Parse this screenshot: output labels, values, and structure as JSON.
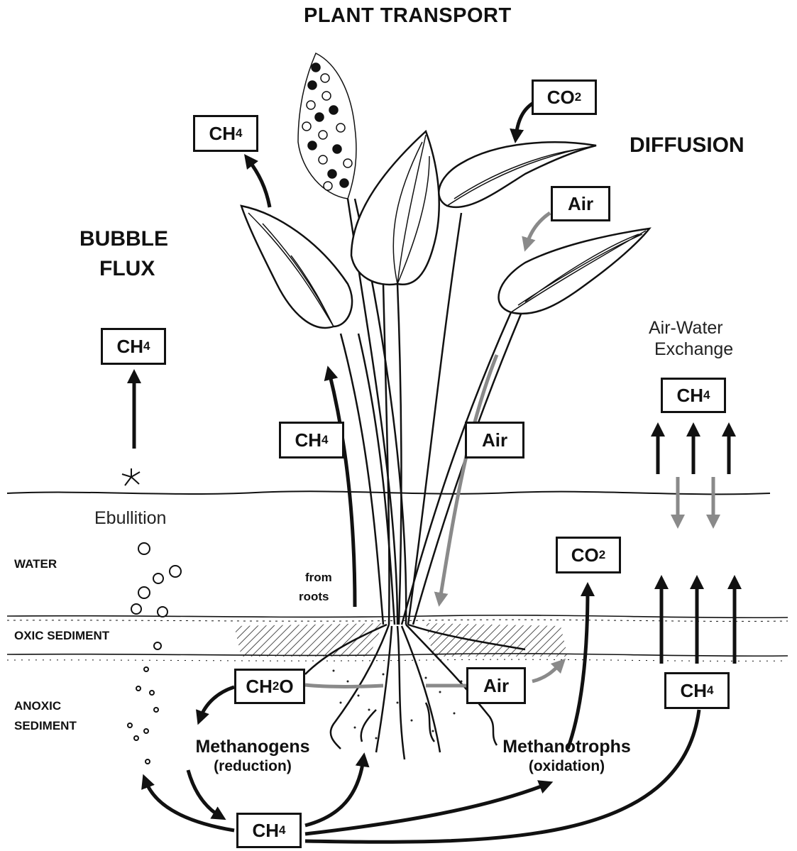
{
  "headings": {
    "plant_transport": "PLANT TRANSPORT",
    "diffusion": "DIFFUSION",
    "bubble_flux_line1": "BUBBLE",
    "bubble_flux_line2": "FLUX",
    "air_water_line1": "Air-Water",
    "air_water_line2": "Exchange",
    "ebullition": "Ebullition",
    "from_roots_line1": "from",
    "from_roots_line2": "roots"
  },
  "zones": {
    "water": "WATER",
    "oxic": "OXIC SEDIMENT",
    "anoxic_line1": "ANOXIC",
    "anoxic_line2": "SEDIMENT"
  },
  "boxes": {
    "ch4_top": {
      "main": "CH",
      "sub": "4"
    },
    "co2_top": {
      "main": "CO",
      "sub": "2"
    },
    "air_leaf": "Air",
    "ch4_bubble": {
      "main": "CH",
      "sub": "4"
    },
    "ch4_exchange": {
      "main": "CH",
      "sub": "4"
    },
    "ch4_stem": {
      "main": "CH",
      "sub": "4"
    },
    "air_stem": "Air",
    "co2_mid": {
      "main": "CO",
      "sub": "2"
    },
    "ch2o": {
      "main": "CH",
      "sub": "2",
      "tail": "O"
    },
    "air_root": "Air",
    "ch4_sediment": {
      "main": "CH",
      "sub": "4"
    },
    "ch4_bottom": {
      "main": "CH",
      "sub": "4"
    }
  },
  "microbes": {
    "methanogens": "Methanogens",
    "methanogens_sub": "(reduction)",
    "methanotrophs": "Methanotrophs",
    "methanotrophs_sub": "(oxidation)"
  },
  "colors": {
    "ink": "#111111",
    "grey_arrow": "#8a8a8a",
    "background": "#ffffff"
  }
}
